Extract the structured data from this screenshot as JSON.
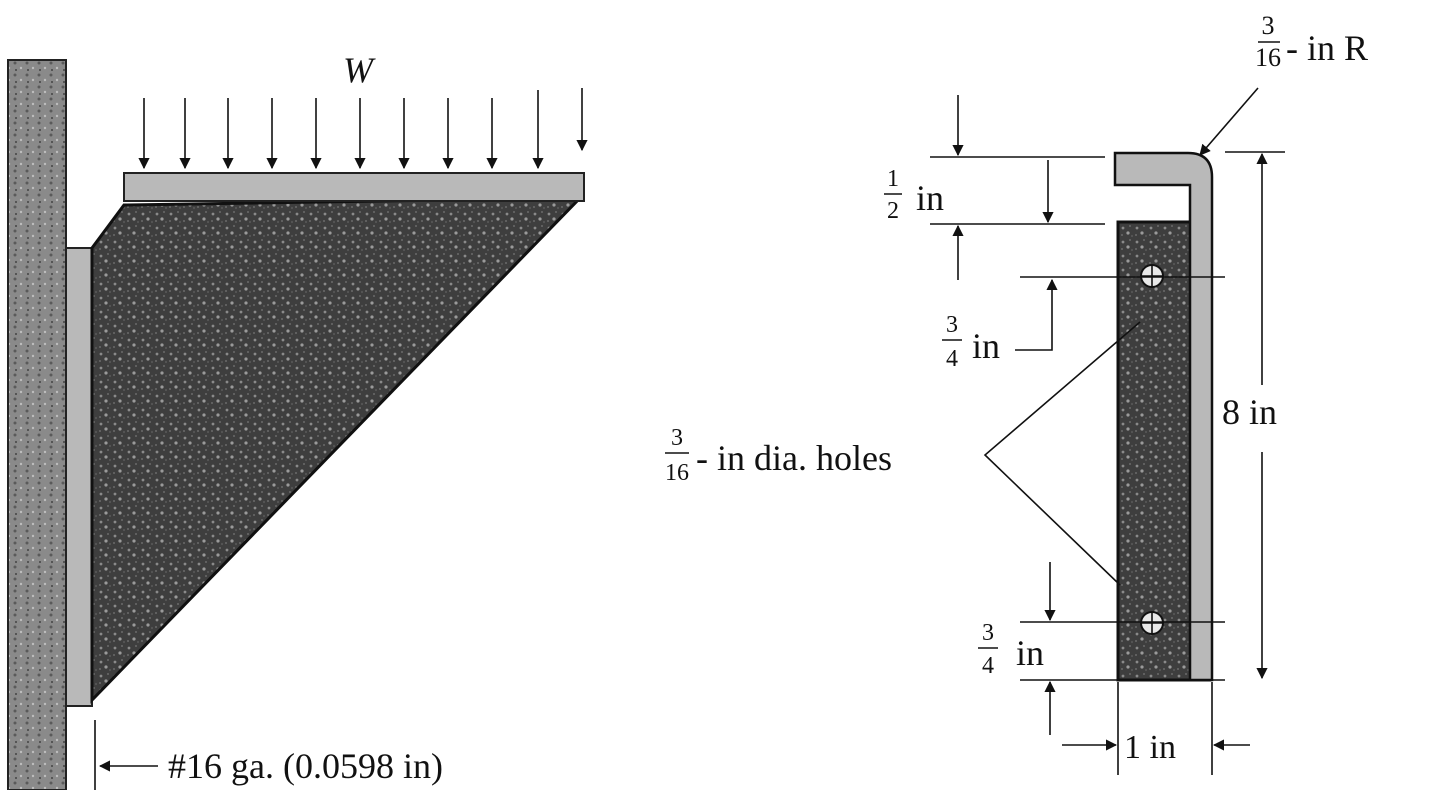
{
  "left_figure": {
    "load_label": "W",
    "gauge_label": "#16 ga. (0.0598 in)"
  },
  "right_figure": {
    "radius_label": {
      "num": "3",
      "den": "16",
      "rest": "- in R"
    },
    "top_offset_label": {
      "num": "1",
      "den": "2",
      "rest": "in"
    },
    "upper_hole_label": {
      "num": "3",
      "den": "4",
      "rest": "in"
    },
    "holes_label": {
      "num": "3",
      "den": "16",
      "rest": "- in dia. holes"
    },
    "height_label": "8 in",
    "lower_hole_label": {
      "num": "3",
      "den": "4",
      "rest": "in"
    },
    "width_label": "1 in"
  },
  "colors": {
    "ink": "#111111",
    "plate_fill": "#4a4a4a",
    "flange_fill": "#b9b9b9",
    "wall_fill": "#7a7a7a"
  }
}
